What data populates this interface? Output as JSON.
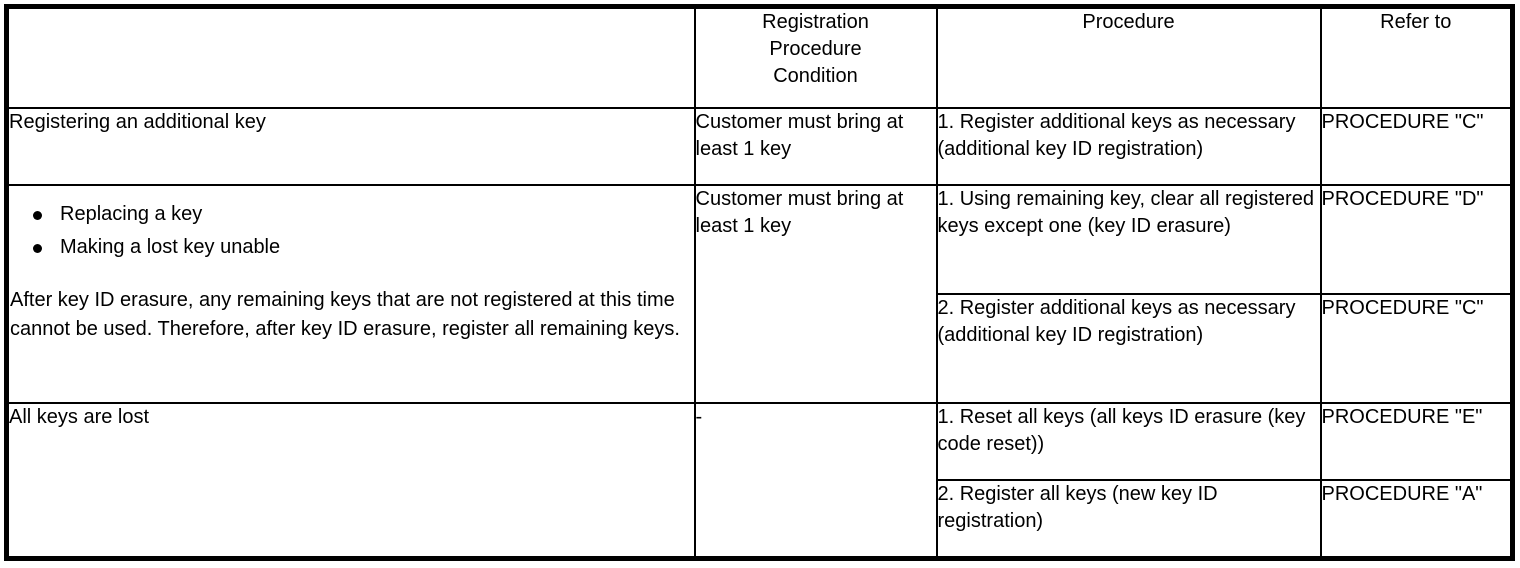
{
  "table": {
    "columns": [
      {
        "key": "condition",
        "label": ""
      },
      {
        "key": "registration_condition",
        "label": "Registration\nProcedure\nCondition"
      },
      {
        "key": "procedure",
        "label": "Procedure"
      },
      {
        "key": "refer_to",
        "label": "Refer to"
      }
    ],
    "headers": {
      "blank": "",
      "registration_procedure_condition_line1": "Registration",
      "registration_procedure_condition_line2": "Procedure",
      "registration_procedure_condition_line3": "Condition",
      "procedure": "Procedure",
      "refer_to": "Refer to"
    },
    "rows": [
      {
        "condition": "Registering an additional key",
        "registration_condition": "Customer must bring at least 1 key",
        "steps": [
          {
            "procedure": "1. Register additional keys as necessary (additional key ID registration)",
            "refer_to": "PROCEDURE \"C\""
          }
        ]
      },
      {
        "condition_bullets": [
          "Replacing a key",
          "Making a lost key unable"
        ],
        "condition_note": "After key ID erasure, any remaining keys that are not registered at this time cannot be used. Therefore, after key ID erasure, register all remaining keys.",
        "registration_condition": "Customer must bring at least 1 key",
        "steps": [
          {
            "procedure": "1. Using remaining key, clear all registered keys except one (key ID erasure)",
            "refer_to": "PROCEDURE \"D\""
          },
          {
            "procedure": "2. Register additional keys as necessary (additional key ID registration)",
            "refer_to": "PROCEDURE \"C\""
          }
        ]
      },
      {
        "condition": "All keys are lost",
        "registration_condition": "-",
        "steps": [
          {
            "procedure": "1. Reset all keys (all keys ID erasure (key code reset))",
            "refer_to": "PROCEDURE \"E\""
          },
          {
            "procedure": "2. Register all keys (new key ID registration)",
            "refer_to": "PROCEDURE \"A\""
          }
        ]
      }
    ]
  },
  "colors": {
    "border": "#000000",
    "text": "#000000",
    "background": "#ffffff"
  }
}
